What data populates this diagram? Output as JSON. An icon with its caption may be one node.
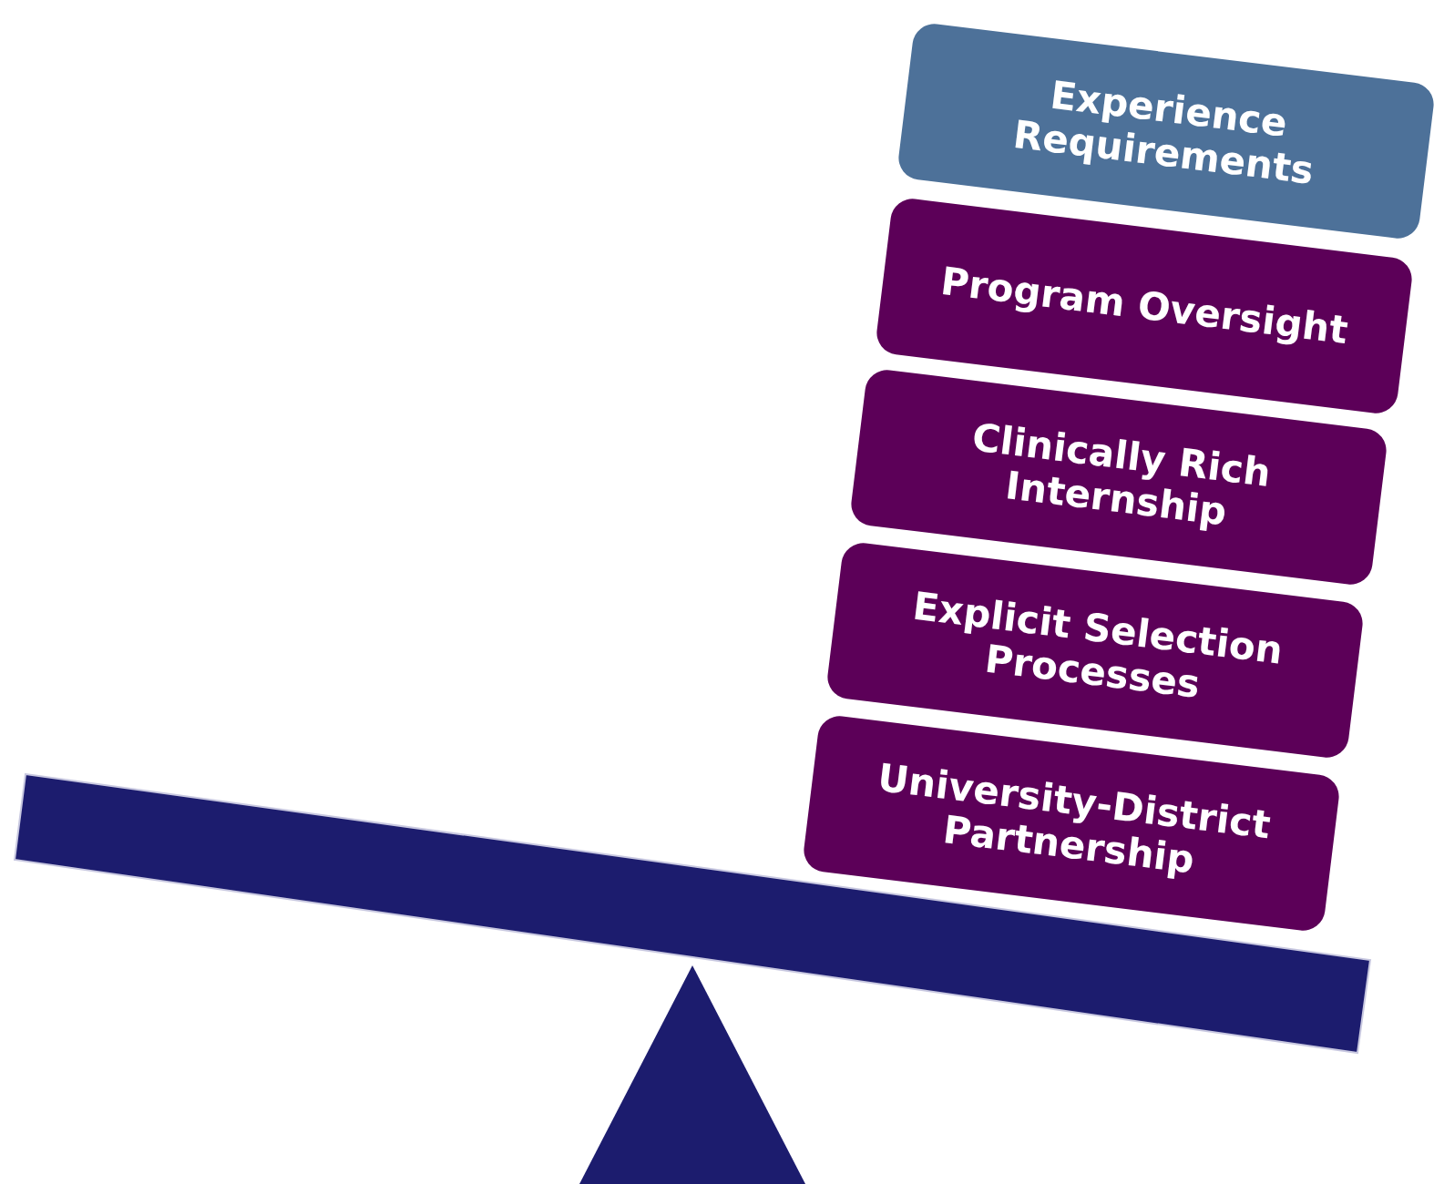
{
  "diagram": {
    "nodes": [
      {
        "text": [
          "Experience Requirements"
        ]
      },
      {
        "text": [
          "Program Oversight"
        ]
      },
      {
        "text": [
          "Clinically Rich Internship"
        ]
      },
      {
        "text": [
          "Explicit Selection Processes"
        ]
      },
      {
        "text": [
          "University-District Partnership"
        ]
      }
    ]
  }
}
